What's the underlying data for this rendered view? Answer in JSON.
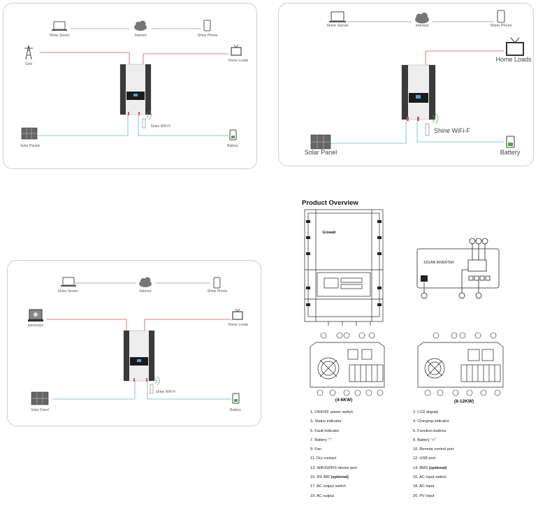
{
  "panel1": {
    "server": "Shine Server",
    "internet": "Internet",
    "phone": "Shine Phone",
    "grid": "Grid",
    "home": "Home Loads",
    "wifi": "Shine WiFi-F",
    "solar": "Solar Panels",
    "battery": "Battery"
  },
  "panel2": {
    "server": "Shine Server",
    "internet": "Internet",
    "phone": "Shine Phone",
    "home": "Home Loads",
    "wifi": "Shine WiFi-F",
    "solar": "Solar Panel",
    "battery": "Battery"
  },
  "panel3": {
    "server": "Shine Server",
    "internet": "Internet",
    "phone": "Shine Phone",
    "generator": "Generator",
    "home": "Home Loads",
    "wifi": "Shine WiFi-F",
    "solar": "Solar Panel",
    "battery": "Battery"
  },
  "overview": {
    "title": "Product Overview",
    "brand": "Growatt",
    "display_text": "SOLAR INVERTER",
    "caption_left": "(4-6KW)",
    "caption_right": "(8-12KW)",
    "items_left": [
      {
        "text": "1. ON/OFF power switch"
      },
      {
        "text": "3. Status indicator"
      },
      {
        "text": "5. Fault indicator"
      },
      {
        "text": "7. Battery \"-\""
      },
      {
        "text": "9. Fan"
      },
      {
        "text": "11. Dry contact"
      },
      {
        "text": "13. WiFi/GPRS device port"
      },
      {
        "text": "15. RS 485",
        "suffix": "(optional)"
      },
      {
        "text": "17. AC output switch"
      },
      {
        "text": "19. AC output"
      }
    ],
    "items_right": [
      {
        "text": "2. LCD dispaly"
      },
      {
        "text": "4. Charging indicator"
      },
      {
        "text": "6. Function buttons"
      },
      {
        "text": "8. Battery \"+\""
      },
      {
        "text": "10. Remote control port"
      },
      {
        "text": "12. USB port"
      },
      {
        "text": "14. BMS",
        "suffix": "(optional)"
      },
      {
        "text": "16. AC input switch"
      },
      {
        "text": "18. AC input"
      },
      {
        "text": "20. PV input"
      }
    ]
  }
}
